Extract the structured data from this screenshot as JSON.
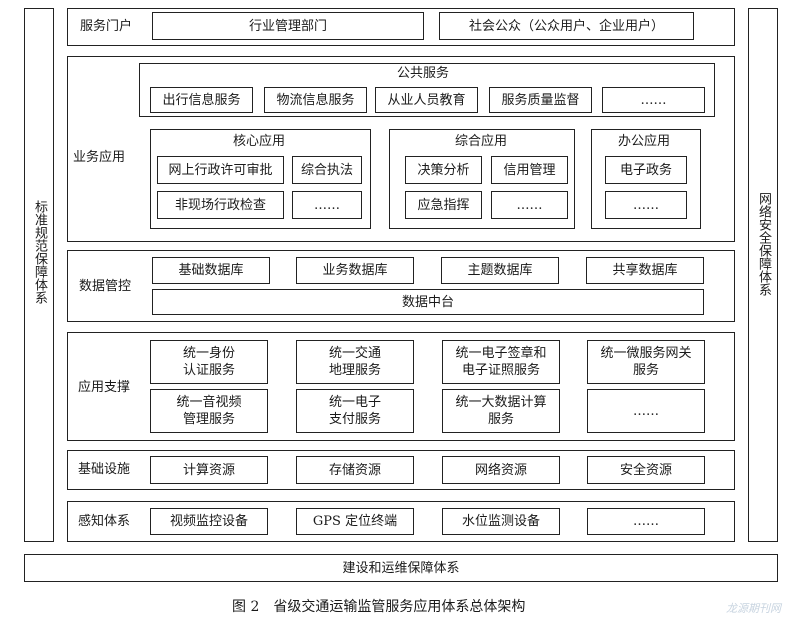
{
  "side": {
    "left": "标准规范保障体系",
    "right": "网络安全保障体系"
  },
  "portal": {
    "label": "服务门户",
    "items": [
      "行业管理部门",
      "社会公众（公众用户、企业用户）"
    ]
  },
  "business": {
    "label": "业务应用",
    "public": {
      "title": "公共服务",
      "items": [
        "出行信息服务",
        "物流信息服务",
        "从业人员教育",
        "服务质量监督",
        "……"
      ]
    },
    "core": {
      "title": "核心应用",
      "items": [
        "网上行政许可审批",
        "综合执法",
        "非现场行政检查",
        "……"
      ]
    },
    "integrated": {
      "title": "综合应用",
      "items": [
        "决策分析",
        "信用管理",
        "应急指挥",
        "……"
      ]
    },
    "office": {
      "title": "办公应用",
      "items": [
        "电子政务",
        "……"
      ]
    }
  },
  "data_mgmt": {
    "label": "数据管控",
    "items": [
      "基础数据库",
      "业务数据库",
      "主题数据库",
      "共享数据库"
    ],
    "platform": "数据中台"
  },
  "support": {
    "label": "应用支撑",
    "items": [
      "统一身份\n认证服务",
      "统一交通\n地理服务",
      "统一电子签章和\n电子证照服务",
      "统一微服务网关\n服务",
      "统一音视频\n管理服务",
      "统一电子\n支付服务",
      "统一大数据计算\n服务",
      "……"
    ]
  },
  "infra": {
    "label": "基础设施",
    "items": [
      "计算资源",
      "存储资源",
      "网络资源",
      "安全资源"
    ]
  },
  "sensing": {
    "label": "感知体系",
    "items": [
      "视频监控设备",
      "GPS 定位终端",
      "水位监测设备",
      "……"
    ]
  },
  "ops": "建设和运维保障体系",
  "caption": "图 2　省级交通运输监管服务应用体系总体架构",
  "watermark": "龙源期刊网"
}
